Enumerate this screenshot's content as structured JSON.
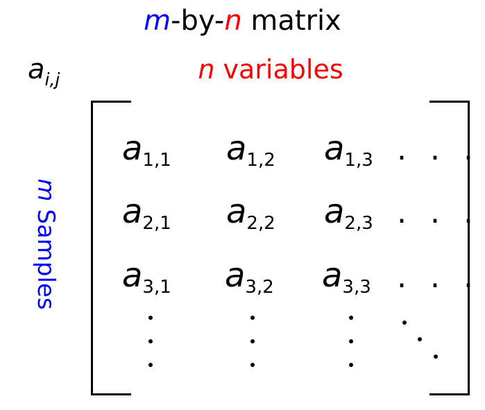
{
  "title": {
    "m": "m",
    "sep1": "-by-",
    "n": "n",
    "rest": " matrix"
  },
  "element_label": {
    "base": "a",
    "sub": "i,j"
  },
  "columns_label": {
    "n": "n",
    "text": " variables"
  },
  "rows_label": {
    "m": "m",
    "text": " Samples"
  },
  "matrix": {
    "rows": [
      [
        {
          "base": "a",
          "sub": "1,1"
        },
        {
          "base": "a",
          "sub": "1,2"
        },
        {
          "base": "a",
          "sub": "1,3"
        }
      ],
      [
        {
          "base": "a",
          "sub": "2,1"
        },
        {
          "base": "a",
          "sub": "2,2"
        },
        {
          "base": "a",
          "sub": "2,3"
        }
      ],
      [
        {
          "base": "a",
          "sub": "3,1"
        },
        {
          "base": "a",
          "sub": "3,2"
        },
        {
          "base": "a",
          "sub": "3,3"
        }
      ]
    ],
    "row_ellipsis": ". . ."
  },
  "colors": {
    "m": "#0000ff",
    "n": "#ff0000",
    "text": "#000000"
  }
}
